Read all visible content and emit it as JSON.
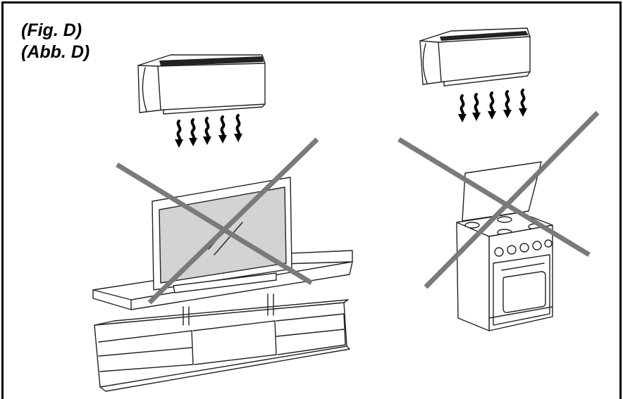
{
  "figure": {
    "label_line1": "(Fig. D)",
    "label_line2": "(Abb. D)"
  },
  "colors": {
    "cross": "#7a7a7a",
    "screen": "#d3d3d3",
    "outline": "#222222"
  },
  "icons": [
    "air-conditioner-left",
    "air-conditioner-right",
    "airflow-arrows",
    "tv-on-cabinet",
    "stove-oven",
    "prohibition-cross"
  ]
}
